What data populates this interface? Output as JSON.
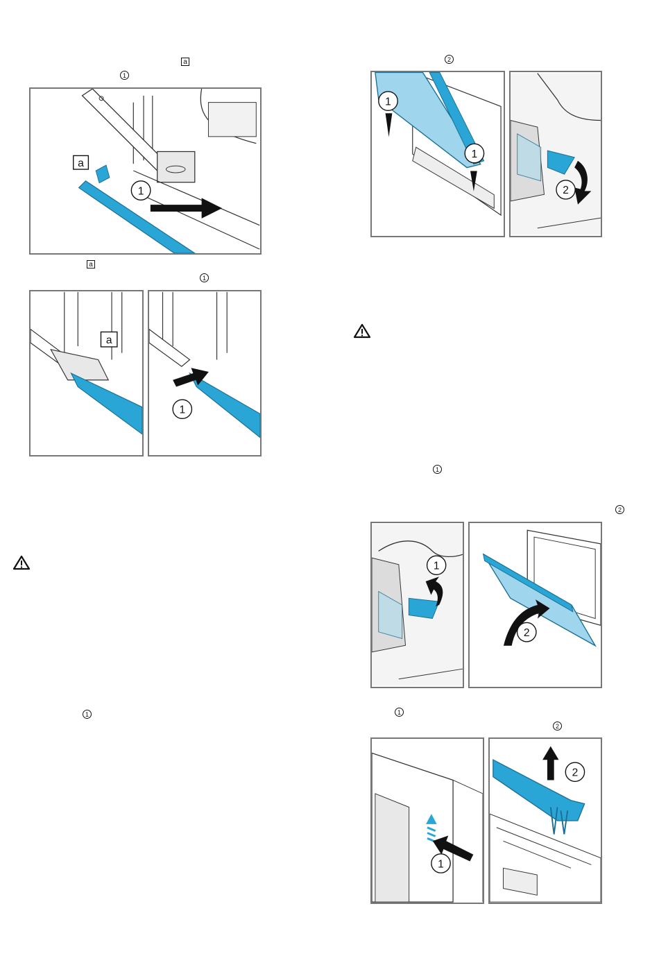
{
  "markers": {
    "m1": "a",
    "m2": "1",
    "m3": "a",
    "m4": "1",
    "m5": "1",
    "m6": "2",
    "m7": "1",
    "m8": "2",
    "m9": "1",
    "m10": "2"
  },
  "figures": {
    "fig1": {
      "callout_a": "a",
      "step": "1"
    },
    "fig2": {
      "callout_a": "a"
    },
    "fig3": {
      "step": "1"
    },
    "fig4": {
      "step": "1"
    },
    "fig5": {
      "step": "2"
    },
    "fig6": {
      "step": "1"
    },
    "fig7": {
      "step": "2"
    },
    "fig8": {
      "step": "1"
    },
    "fig9": {
      "step": "2"
    }
  },
  "colors": {
    "accent_blue": "#2aa6d6",
    "frame_gray": "#777777",
    "light_gray": "#e5e5e5"
  },
  "icons": [
    "warning-triangle-icon",
    "warning-triangle-icon"
  ]
}
